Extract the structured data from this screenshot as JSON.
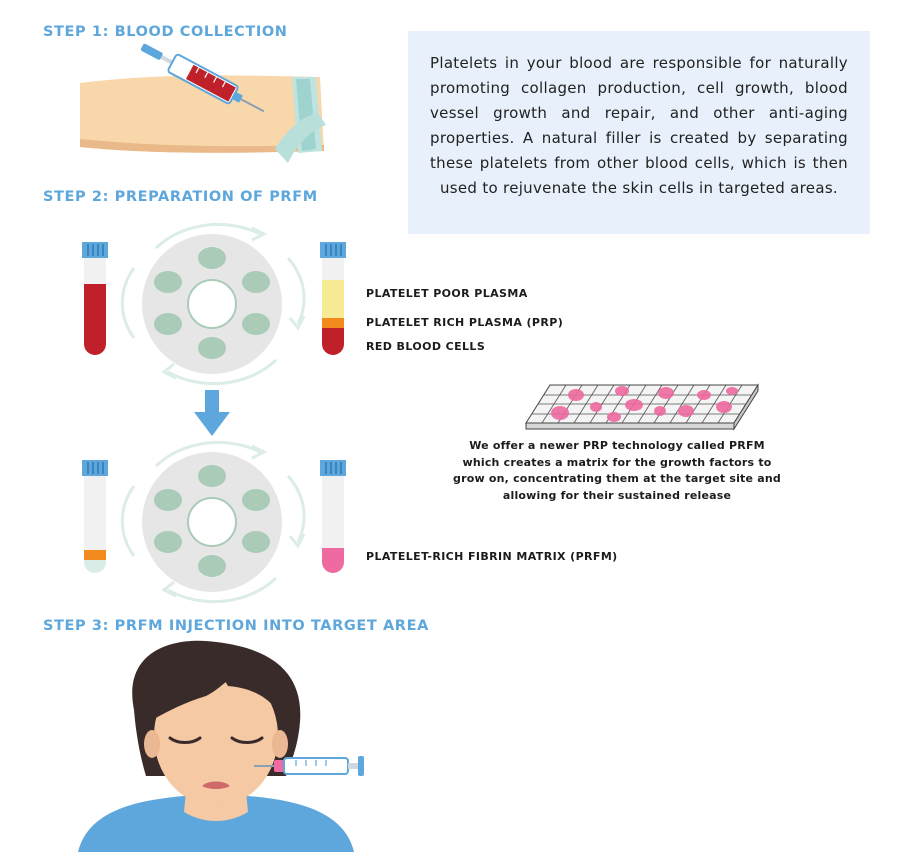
{
  "step1": {
    "title": "STEP 1:  BLOOD COLLECTION"
  },
  "step2": {
    "title": "STEP 2:  PREPARATION OF PRFM"
  },
  "step3": {
    "title": "STEP 3:  PRFM INJECTION INTO TARGET AREA"
  },
  "info_text": "Platelets in your blood are responsible for naturally promoting collagen production, cell growth, blood vessel growth and repair, and other anti-aging properties. A natural filler is created by separating these platelets from other blood cells, which is then used to rejuvenate the skin cells in targeted areas.",
  "layers": {
    "poor_plasma": "PLATELET POOR PLASMA",
    "rich_plasma": "PLATELET RICH PLASMA (PRP)",
    "red_cells": "RED BLOOD CELLS"
  },
  "prfm_label": "PLATELET-RICH FIBRIN MATRIX (PRFM)",
  "prfm_description": "We offer a newer PRP technology called PRFM which creates a matrix for the growth factors to grow on, concentrating them at the target site and allowing for their sustained release",
  "colors": {
    "accent": "#5ea7dc",
    "blood": "#c0202a",
    "plasma": "#f7ec95",
    "prp": "#f28a1e",
    "prfm": "#ee6aa0",
    "centrifuge": "#e6e6e6",
    "sample_slot": "#a9cbb7",
    "info_bg": "#e8f1fb"
  },
  "icons": [
    "syringe-icon",
    "arm-icon",
    "test-tube-icon",
    "centrifuge-icon",
    "down-arrow-icon",
    "fibrin-matrix-icon",
    "face-icon"
  ]
}
